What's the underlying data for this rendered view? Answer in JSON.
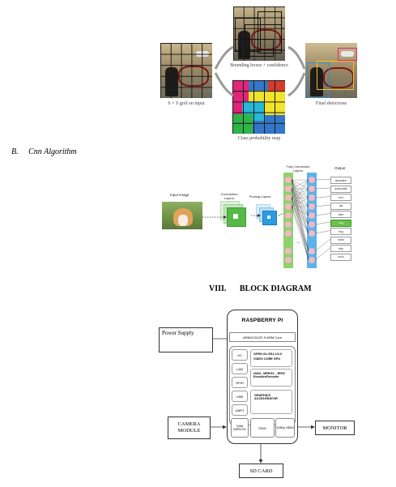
{
  "yolo": {
    "grid_caption": "S × S grid on input",
    "bbox_caption": "Bounding boxes + confidence",
    "class_caption": "Class probability map",
    "final_caption": "Final detections"
  },
  "section_b": {
    "label": "B.",
    "title": "Cnn Algorithm"
  },
  "cnn": {
    "input_label": "Input image",
    "conv_label": "Convolution Layers",
    "pool_label": "Pooling  Layers",
    "fc_label": "Fully Connected Layers",
    "output_label": "Output",
    "outputs": [
      "aeroplane",
      "automobile",
      "bird",
      "cat",
      "deer",
      "dog",
      "frog",
      "horse",
      "ship",
      "truck"
    ],
    "highlight": "dog",
    "ellipsis": "..."
  },
  "section_viii": {
    "number": "VIII.",
    "title": "BLOCK DIAGRAM"
  },
  "block": {
    "power_supply": "Power Supply",
    "rpi_title": "RASPBERRY PI",
    "arm": "ARM1176JZF-S ARM  Core",
    "io_items": [
      "I/O",
      "LAN",
      "GPIO",
      "USB",
      "UART"
    ],
    "opengl": "OPEN GL-ES1.1/2.0",
    "videocore": "VIDEO CORE  GPU",
    "codec": "H264 , MPEG2 , JPEG Encoder/Decoder",
    "graphics": "GRAPHICS ACCELERATOR",
    "cam": "CAM MIPI/CSI",
    "sdio": "SDIO",
    "hdmi": "1080p HDMI",
    "camera_module": "CAMERA MODULE",
    "monitor": "MONITOR",
    "sd_card": "SD CARD"
  }
}
